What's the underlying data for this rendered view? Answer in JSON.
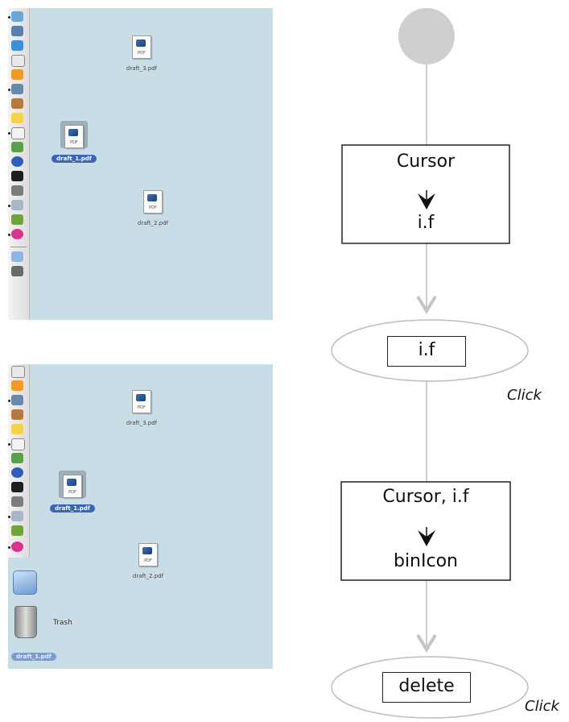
{
  "screens": {
    "top": {
      "files": [
        {
          "name": "draft_3.pdf",
          "selected": false
        },
        {
          "name": "draft_1.pdf",
          "selected": true
        },
        {
          "name": "draft_2.pdf",
          "selected": false
        }
      ]
    },
    "bottom": {
      "files": [
        {
          "name": "draft_3.pdf",
          "selected": false
        },
        {
          "name": "draft_1.pdf",
          "selected": true
        },
        {
          "name": "draft_2.pdf",
          "selected": false
        }
      ],
      "trash_label": "Trash",
      "dragged_file": "draft_1.pdf"
    },
    "icon_pdf_text": "PDF"
  },
  "diagram": {
    "node1": {
      "top": "Cursor",
      "bottom": "i.f"
    },
    "node2": {
      "label": "i.f",
      "event": "Click"
    },
    "node3": {
      "top": "Cursor, i.f",
      "bottom": "binIcon"
    },
    "node4": {
      "label": "delete",
      "event": "Click"
    }
  },
  "colors": {
    "desktop": "#c9dde6",
    "start_node": "#cfcfcf",
    "edge": "#bdbdbd",
    "selection": "#3a66b8"
  }
}
